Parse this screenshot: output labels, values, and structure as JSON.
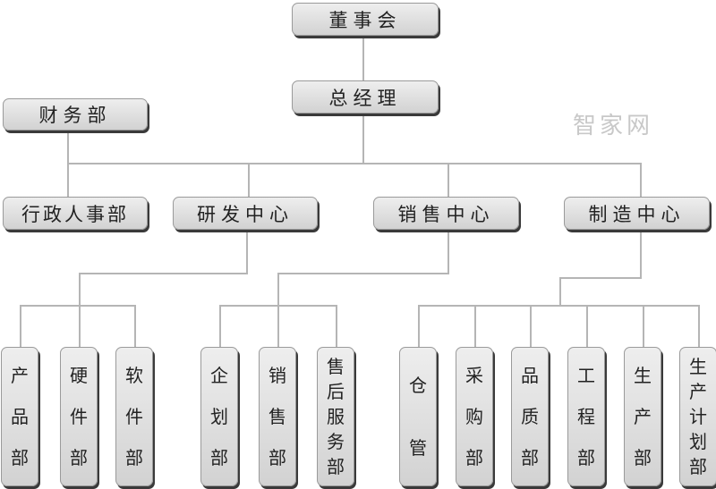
{
  "top": {
    "board": "董事会",
    "gm": "总经理",
    "finance": "财务部"
  },
  "level2": [
    "行政人事部",
    "研发中心",
    "销售中心",
    "制造中心"
  ],
  "level3": [
    {
      "parent": "研发中心",
      "items": [
        "产品部",
        "硬件部",
        "软件部"
      ]
    },
    {
      "parent": "销售中心",
      "items": [
        "企划部",
        "销售部",
        "售后服务部"
      ]
    },
    {
      "parent": "制造中心",
      "items": [
        "仓管",
        "采购部",
        "品质部",
        "工程部",
        "生产部",
        "生产计划部"
      ]
    }
  ],
  "watermark": "智家网"
}
